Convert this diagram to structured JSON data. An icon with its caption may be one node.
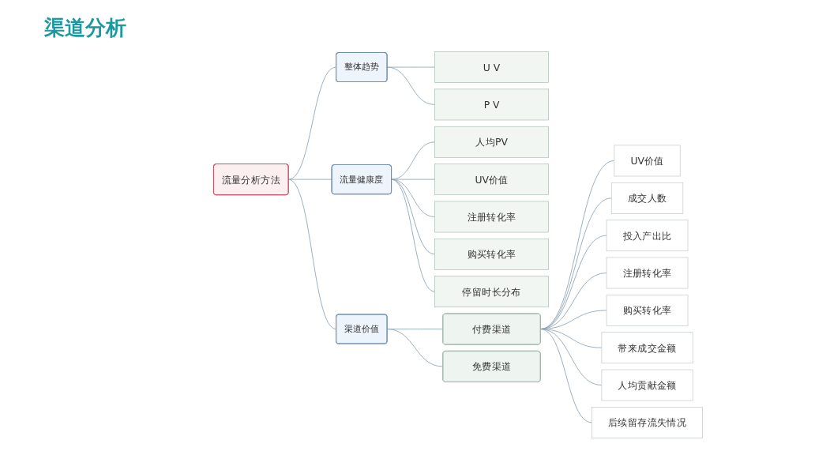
{
  "diagram": {
    "title": "渠道分析",
    "nodes": [
      {
        "text": [
          "流量分析方法"
        ]
      },
      {
        "text": [
          "整体趋势"
        ]
      },
      {
        "text": [
          "U V"
        ]
      },
      {
        "text": [
          "P V"
        ]
      },
      {
        "text": [
          "流量健康度"
        ]
      },
      {
        "text": [
          "人均PV"
        ]
      },
      {
        "text": [
          "UV价值"
        ]
      },
      {
        "text": [
          "注册转化率"
        ]
      },
      {
        "text": [
          "购买转化率"
        ]
      },
      {
        "text": [
          "停留时长分布"
        ]
      },
      {
        "text": [
          "渠道价值"
        ]
      },
      {
        "text": [
          "付费渠道"
        ]
      },
      {
        "text": [
          "UV价值"
        ]
      },
      {
        "text": [
          "成交人数"
        ]
      },
      {
        "text": [
          "投入产出比"
        ]
      },
      {
        "text": [
          "注册转化率"
        ]
      },
      {
        "text": [
          "购买转化率"
        ]
      },
      {
        "text": [
          "带来成交金额"
        ]
      },
      {
        "text": [
          "人均贡献金额"
        ]
      },
      {
        "text": [
          "后续留存流失情况"
        ]
      },
      {
        "text": [
          "免费渠道"
        ]
      }
    ],
    "edges": [
      {
        "from": 0,
        "to": 1,
        "arrow": "none"
      },
      {
        "from": 1,
        "to": 2,
        "arrow": "none"
      },
      {
        "from": 1,
        "to": 3,
        "arrow": "none"
      },
      {
        "from": 0,
        "to": 4,
        "arrow": "none"
      },
      {
        "from": 4,
        "to": 5,
        "arrow": "none"
      },
      {
        "from": 4,
        "to": 6,
        "arrow": "none"
      },
      {
        "from": 4,
        "to": 7,
        "arrow": "none"
      },
      {
        "from": 4,
        "to": 8,
        "arrow": "none"
      },
      {
        "from": 4,
        "to": 9,
        "arrow": "none"
      },
      {
        "from": 0,
        "to": 10,
        "arrow": "none"
      },
      {
        "from": 10,
        "to": 11,
        "arrow": "none"
      },
      {
        "from": 11,
        "to": 12,
        "arrow": "none"
      },
      {
        "from": 11,
        "to": 13,
        "arrow": "none"
      },
      {
        "from": 11,
        "to": 14,
        "arrow": "none"
      },
      {
        "from": 11,
        "to": 15,
        "arrow": "none"
      },
      {
        "from": 11,
        "to": 16,
        "arrow": "none"
      },
      {
        "from": 11,
        "to": 17,
        "arrow": "none"
      },
      {
        "from": 11,
        "to": 18,
        "arrow": "none"
      },
      {
        "from": 11,
        "to": 19,
        "arrow": "none"
      },
      {
        "from": 10,
        "to": 20,
        "arrow": "none"
      }
    ]
  }
}
